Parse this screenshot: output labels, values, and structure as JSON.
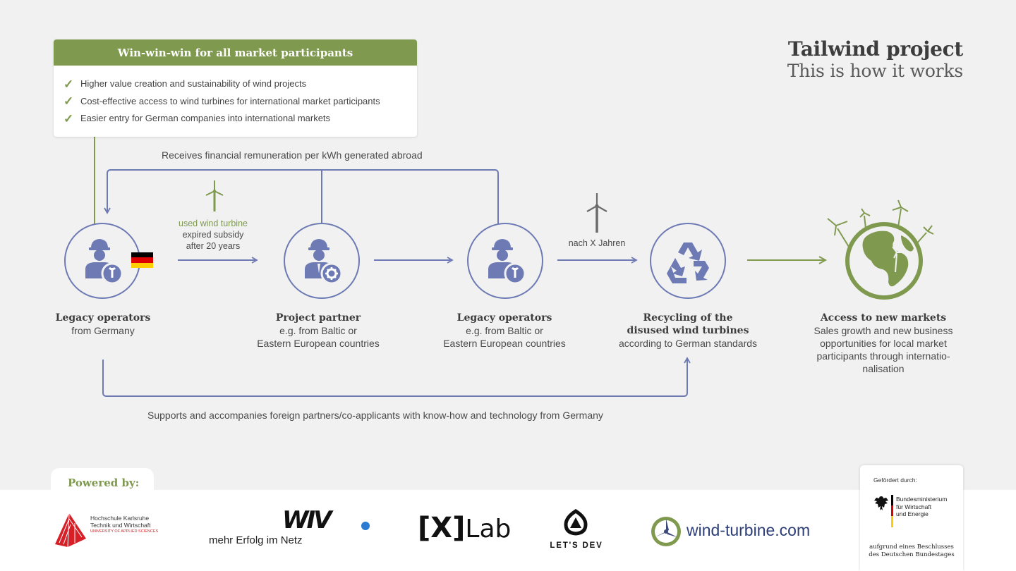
{
  "winbox": {
    "header": "Win-win-win for all market participants",
    "items": [
      "Higher value creation and sustainability of wind projects",
      "Cost-effective access to wind turbines for international market participants",
      "Easier entry for German companies into international markets"
    ]
  },
  "title": {
    "main": "Tailwind project",
    "sub": "This is how it works"
  },
  "flows": {
    "top": "Receives financial remuneration per kWh generated abroad",
    "bottom": "Supports and accompanies foreign partners/co-applicants with know-how and technology from Germany",
    "arrow1_line1": "used wind turbine",
    "arrow1_line2": "expired subsidy",
    "arrow1_line3": "after 20 years",
    "arrow3": "nach X Jahren"
  },
  "nodes": [
    {
      "title": "Legacy operators",
      "line1": "from Germany",
      "line2": ""
    },
    {
      "title": "Project partner",
      "line1": "e.g. from Baltic or",
      "line2": "Eastern European countries"
    },
    {
      "title": "Legacy operators",
      "line1": "e.g. from Baltic or",
      "line2": "Eastern European countries"
    },
    {
      "title1": "Recycling of the",
      "title2": "disused wind turbines",
      "line1": "according to German standards"
    },
    {
      "title": "Access to new markets",
      "line1": "Sales growth and new business",
      "line2": "opportunities for local market",
      "line3": "participants through internatio-",
      "line4": "nalisation"
    }
  ],
  "footer": {
    "powered": "Powered by:",
    "logos": {
      "hka_line1": "Hochschule Karlsruhe",
      "hka_line2": "Technik und Wirtschaft",
      "hka_line3": "UNIVERSITY OF APPLIED SCIENCES",
      "wiv": "WIV",
      "wiv_tag": "mehr Erfolg im Netz",
      "xlab_bracket": "[X]",
      "xlab_word": "Lab",
      "letsdev": "LET'S DEV",
      "windturbine": "wind-turbine.com"
    },
    "funding": {
      "label": "Gefördert durch:",
      "ministry1": "Bundesministerium",
      "ministry2": "für Wirtschaft",
      "ministry3": "und Energie",
      "note1": "aufgrund eines Beschlusses",
      "note2": "des Deutschen Bundestages"
    }
  },
  "colors": {
    "green": "#7f9a4e",
    "blue": "#6d7ab3",
    "background": "#f1f1f1"
  }
}
